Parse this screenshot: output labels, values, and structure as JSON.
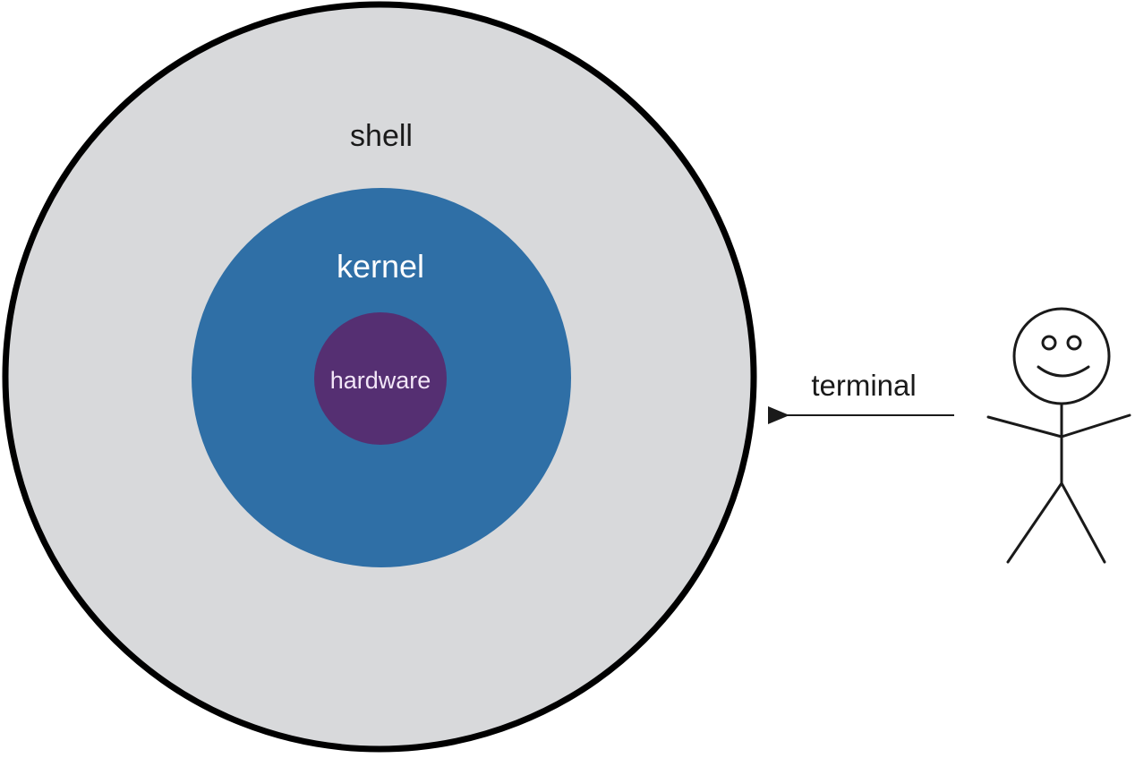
{
  "diagram": {
    "layers": {
      "shell": {
        "label": "shell",
        "fill": "#d8d9db",
        "stroke": "#000000",
        "text_color": "#1a1a1a"
      },
      "kernel": {
        "label": "kernel",
        "fill": "#2f6fa6",
        "text_color": "#ffffff"
      },
      "hardware": {
        "label": "hardware",
        "fill": "#552f72",
        "text_color": "#f2e6f7"
      }
    },
    "connector": {
      "label": "terminal",
      "text_color": "#1a1a1a",
      "arrow_color": "#1a1a1a"
    },
    "user": {
      "icon": "stick-figure-icon",
      "stroke": "#1a1a1a"
    }
  }
}
